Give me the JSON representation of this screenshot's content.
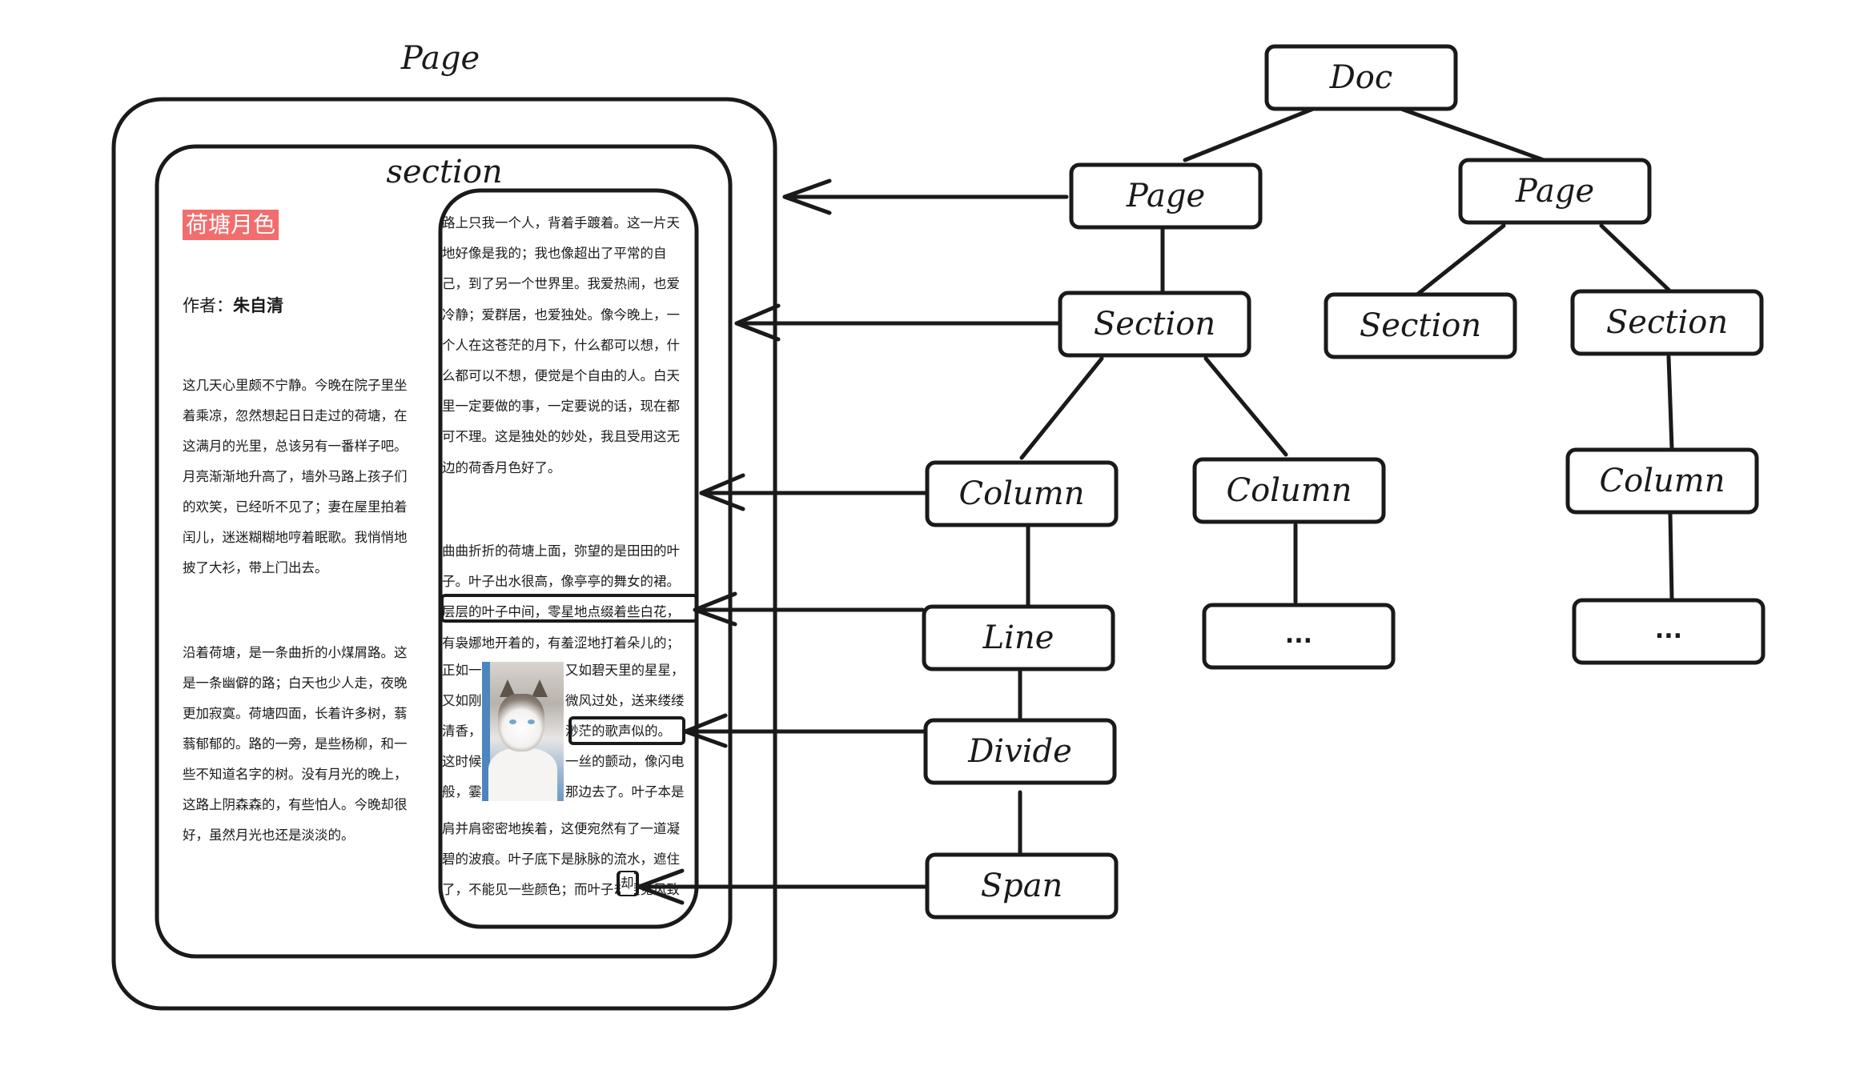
{
  "left_panel": {
    "page_title": "Page",
    "section_title": "section",
    "article": {
      "title": "荷塘月色",
      "author_label": "作者：",
      "author_name": "朱自清",
      "left_paragraph_1": [
        "这几天心里颇不宁静。今晚在院子里坐",
        "着乘凉，忽然想起日日走过的荷塘，在",
        "这满月的光里，总该另有一番样子吧。",
        "月亮渐渐地升高了，墙外马路上孩子们",
        "的欢笑，已经听不见了；妻在屋里拍着",
        "闰儿，迷迷糊糊地哼着眠歌。我悄悄地",
        "披了大衫，带上门出去。"
      ],
      "left_paragraph_2": [
        "沿着荷塘，是一条曲折的小煤屑路。这",
        "是一条幽僻的路；白天也少人走，夜晚",
        "更加寂寞。荷塘四面，长着许多树，蓊",
        "蓊郁郁的。路的一旁，是些杨柳，和一",
        "些不知道名字的树。没有月光的晚上，",
        "这路上阴森森的，有些怕人。今晚却很",
        "好，虽然月光也还是淡淡的。"
      ],
      "right_paragraph_1": [
        "路上只我一个人，背着手踱着。这一片天",
        "地好像是我的；我也像超出了平常的自",
        "己，到了另一个世界里。我爱热闹，也爱",
        "冷静；爱群居，也爱独处。像今晚上，一",
        "个人在这苍茫的月下，什么都可以想，什",
        "么都可以不想，便觉是个自由的人。白天",
        "里一定要做的事，一定要说的话，现在都",
        "可不理。这是独处的妙处，我且受用这无",
        "边的荷香月色好了。"
      ],
      "right_paragraph_2": [
        "曲曲折折的荷塘上面，弥望的是田田的叶",
        "子。叶子出水很高，像亭亭的舞女的裙。"
      ],
      "highlighted_line": "层层的叶子中间，零星地点缀着些白花，",
      "line_after_highlight": "有袅娜地开着的，有羞涩地打着朵儿的；",
      "wrap_lines": [
        {
          "left": "正如一",
          "right": "又如碧天里的星星，"
        },
        {
          "left": "又如刚",
          "right": "微风过处，送来缕缕"
        },
        {
          "left": "清香，",
          "right": "渺茫的歌声似的。"
        },
        {
          "left": "这时候",
          "right": "一丝的颤动，像闪电"
        },
        {
          "left": "般，霎",
          "right": "那边去了。叶子本是"
        }
      ],
      "right_paragraph_4": [
        "肩并肩密密地挨着，这便宛然有了一道凝",
        "碧的波痕。叶子底下是脉脉的流水，遮住",
        "了，不能见一些颜色；而叶子却更见风致"
      ],
      "span_char": "却"
    }
  },
  "tree": {
    "doc": "Doc",
    "page_a": "Page",
    "page_b": "Page",
    "section_a": "Section",
    "section_b": "Section",
    "section_c": "Section",
    "column_a": "Column",
    "column_b": "Column",
    "column_c": "Column",
    "line": "Line",
    "divide": "Divide",
    "span": "Span",
    "ellipsis_a": "...",
    "ellipsis_b": "..."
  },
  "colors": {
    "stroke": "#1a1a1a",
    "title_highlight": "#f26d6d"
  }
}
